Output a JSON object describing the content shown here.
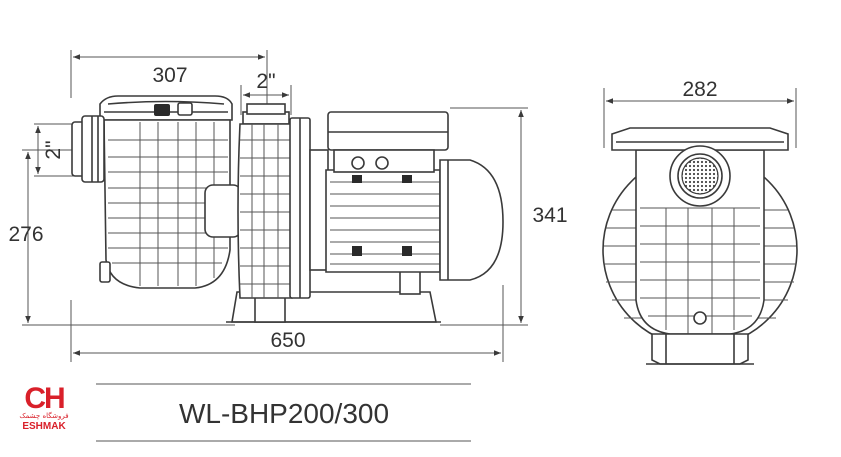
{
  "dimensions": {
    "side_width": "307",
    "port_size_top": "2\"",
    "port_size_side": "2\"",
    "inlet_height": "276",
    "total_height": "341",
    "total_length": "650",
    "front_width": "282"
  },
  "model": "WL-BHP200/300",
  "logo": {
    "letters": "CH",
    "subtitle": "فروشگاه چشمک",
    "brand": "ESHMAK",
    "color": "#d9202a"
  }
}
